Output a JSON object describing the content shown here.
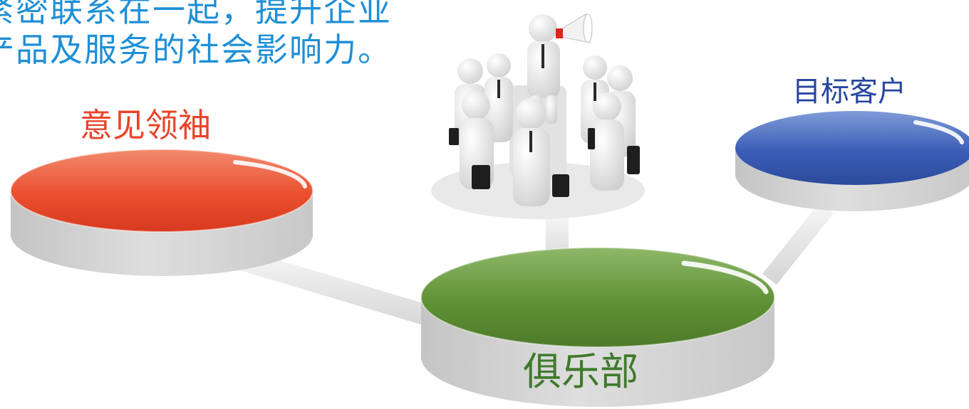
{
  "intro": {
    "line1": "紧密联系在一起，提升企业",
    "line2": "产品及服务的社会影响力。"
  },
  "nodes": {
    "opinion_leaders": {
      "label": "意见领袖",
      "color": "#e8442a"
    },
    "club": {
      "label": "俱乐部",
      "color": "#5f9135"
    },
    "target_customers": {
      "label": "目标客户",
      "color": "#3a5db5"
    }
  },
  "illustration": {
    "icon": "crowd-with-megaphone-icon"
  }
}
